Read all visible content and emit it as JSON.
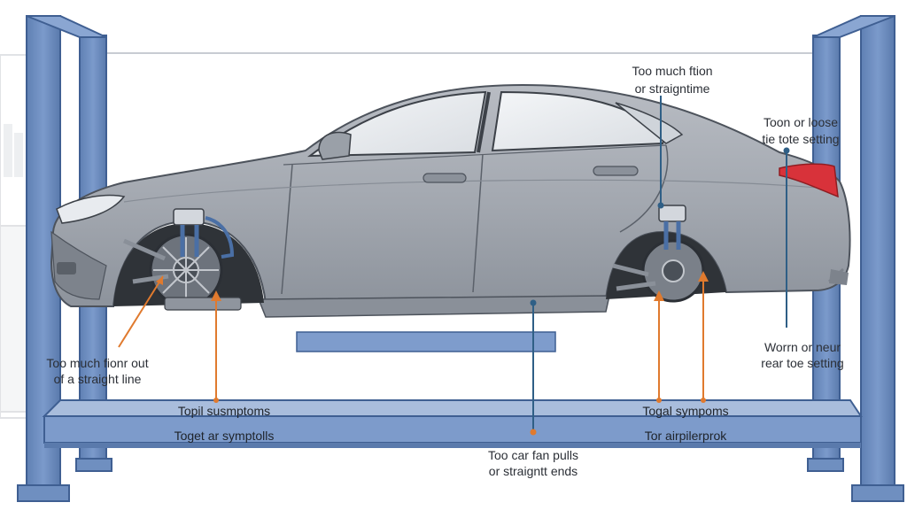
{
  "labels": {
    "top_center_1": "Too much ftion",
    "top_center_2": "or straigntime",
    "top_right_1": "Toon or loose",
    "top_right_2": "tie tote setting",
    "left_1": "Too much fionr out",
    "left_2": "of a straight line",
    "right_1": "Worrn or neur",
    "right_2": "rear toe setting",
    "bottom_1": "Too car fan pulls",
    "bottom_2": "or straigntt ends"
  },
  "bar_labels": {
    "left_top": "Topil susmptoms",
    "left_bottom": "Toget ar symptolls",
    "right_top": "Togal sympoms",
    "right_bottom": "Tor airpilerprok"
  },
  "colors": {
    "lift_blue": "#6f8fc0",
    "lift_edge": "#3f5f92",
    "car_body": "#a7acb4",
    "callout_orange": "#e07a2e",
    "callout_blue": "#2f5f86",
    "taillight": "#d8323a"
  }
}
